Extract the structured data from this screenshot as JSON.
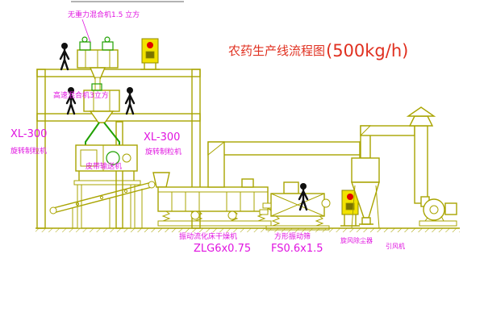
{
  "title": {
    "name_text": "农药生产线流程图",
    "capacity_text": "(500kg/h)"
  },
  "labels": {
    "top_mixer": "无重力混合机1.5 立方",
    "mid_mixer": "高速混合机3立方",
    "granulator_left_model": "XL-300",
    "granulator_left_name": "旋转制粒机",
    "granulator_right_model": "XL-300",
    "granulator_right_name": "旋转制粒机",
    "belt_conveyor": "皮带输送机",
    "dryer_name": "振动流化床干燥机",
    "dryer_model": "ZLG6x0.75",
    "screen_name": "方形振动筛",
    "screen_model": "FS0.6x1.5",
    "cyclone": "旋风除尘器",
    "fan": "引风机"
  },
  "colors": {
    "drawing_line": "#a9a400",
    "accent_green": "#1fa000",
    "label_magenta": "#e014e0",
    "title_red": "#e03020",
    "panel_yellow": "#f2e200",
    "indicator_red": "#e00000",
    "figure_black": "#101010",
    "background": "#ffffff"
  }
}
